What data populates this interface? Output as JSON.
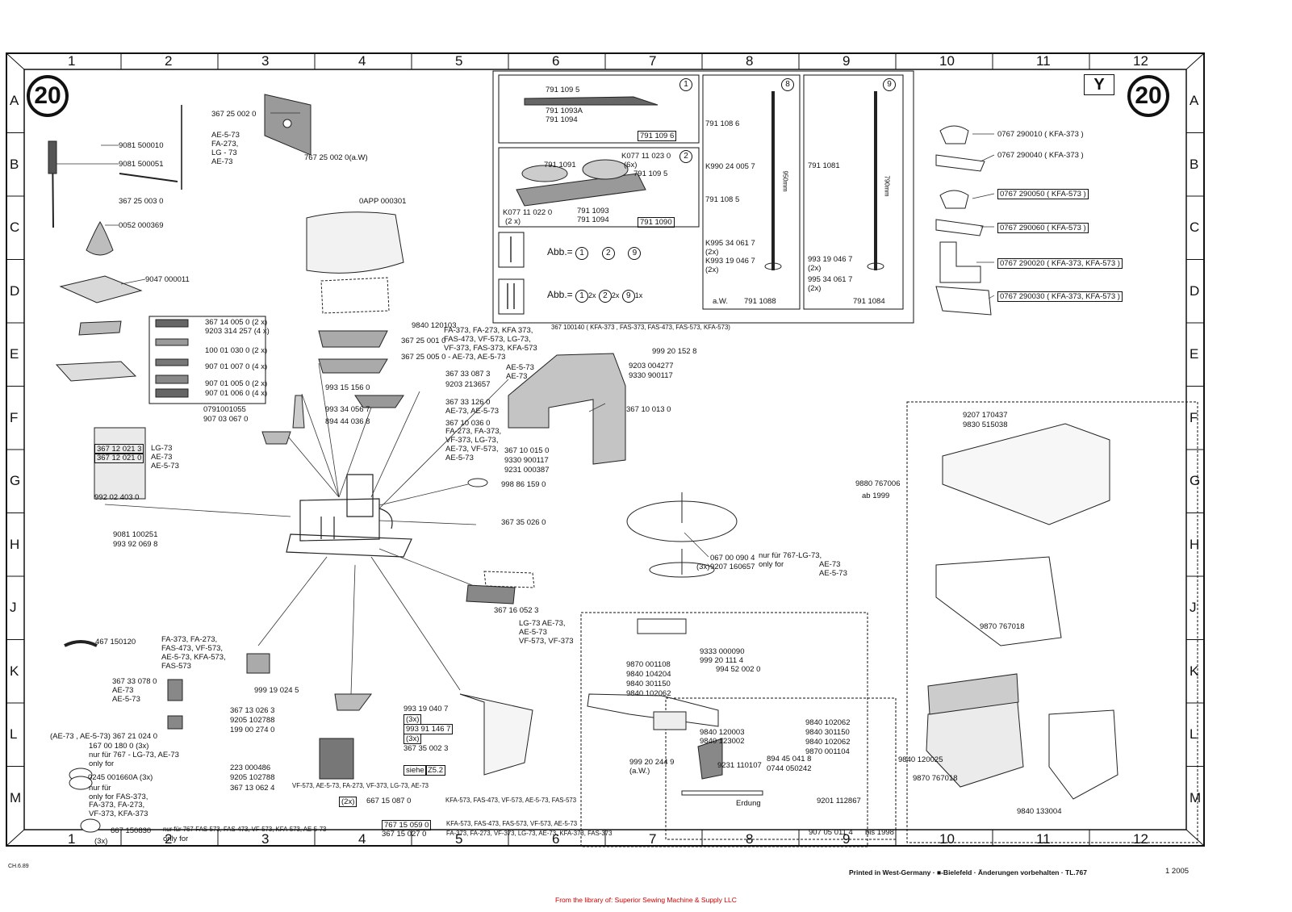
{
  "sheet": {
    "page_badge": "20",
    "corner_letter": "Y",
    "columns": [
      "1",
      "2",
      "3",
      "4",
      "5",
      "6",
      "7",
      "8",
      "9",
      "10",
      "11",
      "12"
    ],
    "rows": [
      "A",
      "B",
      "C",
      "D",
      "E",
      "F",
      "G",
      "H",
      "J",
      "K",
      "L",
      "M"
    ]
  },
  "footer": {
    "code": "CH.6.89",
    "printed": "Printed in West-Germany · ",
    "printed_tail": "-Bielefeld · Änderungen vorbehalten · TL.767",
    "date": "1  2005",
    "library": "From the library of: Superior Sewing Machine & Supply LLC"
  },
  "insets": {
    "i1": {
      "num": "1",
      "label": "791 109 6",
      "p1": "791 109 5",
      "p2": "791 1093A",
      "p3": "791 1094"
    },
    "i2": {
      "num": "2",
      "label": "791 1090",
      "p1": "791 1091",
      "p2": "K077 11 023 0",
      "p2b": "(6x)",
      "p3": "791 109 5",
      "p4": "791 1093",
      "p5": "791 1094",
      "p6": "K077 11 022 0",
      "p6b": "(2 x)"
    },
    "i8": {
      "num": "8",
      "label": "791 1088",
      "aw": "a.W.",
      "p1": "791 108 6",
      "p2": "K990 24 005 7",
      "p3": "791 108 5",
      "p4": "K995 34 061 7",
      "p4b": "(2x)",
      "p5": "K993 19 046 7",
      "p5b": "(2x)",
      "dim": "950mm"
    },
    "i9": {
      "num": "9",
      "label": "791 1084",
      "p1": "791 1081",
      "p2": "993 19 046 7",
      "p2b": "(2x)",
      "p3": "995 34 061 7",
      "p3b": "(2x)",
      "dim": "790mm"
    },
    "abb1": {
      "prefix": "Abb.=",
      "a": "1",
      "b": "2",
      "c": "9"
    },
    "abb2": {
      "prefix": "Abb.=",
      "a": "1",
      "as": "2x",
      "b": "2",
      "bs": "2x",
      "c": "9",
      "cs": "1x"
    }
  },
  "labels": [
    {
      "t": "367 25 002 0"
    },
    {
      "t": "AE-5-73"
    },
    {
      "t": "FA-273,"
    },
    {
      "t": "LG - 73"
    },
    {
      "t": "AE-73"
    },
    {
      "t": "767 25 002 0(a.W)"
    },
    {
      "t": "9081 500010"
    },
    {
      "t": "9081 500051"
    },
    {
      "t": "367 25 003 0"
    },
    {
      "t": "0052 000369"
    },
    {
      "t": "0APP 000301"
    },
    {
      "t": "9047 000011"
    },
    {
      "t": "367 14 005 0  (2 x)"
    },
    {
      "t": "9203 314 257  (4 x)"
    },
    {
      "t": "100 01 030 0  (2 x)"
    },
    {
      "t": "907 01 007 0  (4 x)"
    },
    {
      "t": "907 01 005 0  (2 x)"
    },
    {
      "t": "907 01 006 0  (4 x)"
    },
    {
      "t": "9840 120103"
    },
    {
      "t": "367 25 001 0"
    },
    {
      "t": "FA-373, FA-273, KFA 373,"
    },
    {
      "t": "FAS-473, VF-573, LG-73,"
    },
    {
      "t": "VF-373, FAS-373, KFA-573"
    },
    {
      "t": "367 25 005 0 - AE-73, AE-5-73"
    },
    {
      "t": "367 100140  ( KFA-373 , FAS-373, FAS-473, FAS-573, KFA-573)"
    },
    {
      "t": "999 20 152 8"
    },
    {
      "t": "9203 004277"
    },
    {
      "t": "9330 900117"
    },
    {
      "t": "367 33 087 3"
    },
    {
      "t": "AE-5-73"
    },
    {
      "t": "AE-73"
    },
    {
      "t": "9203 213657"
    },
    {
      "t": "993 15 156 0"
    },
    {
      "t": "367 33 126 0"
    },
    {
      "t": "AE-73, AE-5-73"
    },
    {
      "t": "993 34 056 7"
    },
    {
      "t": "894 44 036 8"
    },
    {
      "t": "0791001055"
    },
    {
      "t": "907 03 067 0"
    },
    {
      "t": "367 10 013 0"
    },
    {
      "t": "367 10 036 0"
    },
    {
      "t": "FA-273, FA-373,"
    },
    {
      "t": "VF-373, LG-73,"
    },
    {
      "t": "AE-73, VF-573,"
    },
    {
      "t": "AE-5-73"
    },
    {
      "t": "367 10 015 0"
    },
    {
      "t": "9330 900117"
    },
    {
      "t": "9231 000387"
    },
    {
      "t": "367 12 021 3"
    },
    {
      "t": "367 12 021 0"
    },
    {
      "t": "LG-73"
    },
    {
      "t": "AE-73"
    },
    {
      "t": "AE-5-73"
    },
    {
      "t": "992 02 403 0"
    },
    {
      "t": "998 86 159 0"
    },
    {
      "t": "367 35 026 0"
    },
    {
      "t": "9081 100251"
    },
    {
      "t": "993 92 069 8"
    },
    {
      "t": "367 16 052 3"
    },
    {
      "t": "LG-73 AE-73,"
    },
    {
      "t": "AE-5-73"
    },
    {
      "t": "VF-573, VF-373"
    },
    {
      "t": "067 00 090 4"
    },
    {
      "t": "nur für 767-LG-73,"
    },
    {
      "t": "only for"
    },
    {
      "t": "AE-73"
    },
    {
      "t": "AE-5-73"
    },
    {
      "t": "(3x)"
    },
    {
      "t": "9207 160657"
    },
    {
      "t": "9880 767006"
    },
    {
      "t": "ab 1999"
    },
    {
      "t": "9207 170437"
    },
    {
      "t": "9830 515038"
    },
    {
      "t": "9870 767018"
    },
    {
      "t": "467 150120"
    },
    {
      "t": "FA-373, FA-273,"
    },
    {
      "t": "FAS-473, VF-573,"
    },
    {
      "t": "AE-5-73, KFA-573,"
    },
    {
      "t": "FAS-573"
    },
    {
      "t": "367 33 078 0"
    },
    {
      "t": "AE-73"
    },
    {
      "t": "AE-5-73"
    },
    {
      "t": "999 19 024 5"
    },
    {
      "t": "(AE-73 , AE-5-73) 367 21 024 0"
    },
    {
      "t": "167 00 180 0 (3x)"
    },
    {
      "t": "nur für  767 - LG-73, AE-73"
    },
    {
      "t": "only for"
    },
    {
      "t": "0245 001660A (3x)"
    },
    {
      "t": "nur für"
    },
    {
      "t": "only for  FAS-373,"
    },
    {
      "t": "FA-373, FA-273,"
    },
    {
      "t": "VF-373, KFA-373"
    },
    {
      "t": "367 13 026 3"
    },
    {
      "t": "9205 102788"
    },
    {
      "t": "199 00 274 0"
    },
    {
      "t": "223 000486"
    },
    {
      "t": "9205 102788"
    },
    {
      "t": "367 13 062 4"
    },
    {
      "t": "VF-573, AE-5-73, FA-273, VF-373, LG-73, AE-73"
    },
    {
      "t": "993 19 040 7"
    },
    {
      "t": "(3x)"
    },
    {
      "t": "993 91 146 7"
    },
    {
      "t": "(3x)"
    },
    {
      "t": "367 35 002 3"
    },
    {
      "t": "siehe"
    },
    {
      "t": "Z5.2"
    },
    {
      "t": "(2x)"
    },
    {
      "t": "667 15 087 0"
    },
    {
      "t": "KFA-573, FAS-473, VF-573, AE-5-73, FAS-573"
    },
    {
      "t": "767 15 059 0"
    },
    {
      "t": "KFA-573, FAS-473, FAS-573, VF-573, AE-5-73"
    },
    {
      "t": "367 15 027 0"
    },
    {
      "t": "FA-373, FA-273, VF-373, LG-73, AE-73, KFA-373, FAS-373"
    },
    {
      "t": "667 150830"
    },
    {
      "t": "(3x)"
    },
    {
      "t": "nur für 767-FAS-573, FAS-473, VF-573, KFA-573, AE-5-73"
    },
    {
      "t": "only for"
    },
    {
      "t": "9333 000090"
    },
    {
      "t": "999 20 111 4"
    },
    {
      "t": "994 52 002 0"
    },
    {
      "t": "9870 001108"
    },
    {
      "t": "9840 104204"
    },
    {
      "t": "9840 301150"
    },
    {
      "t": "9840 102062"
    },
    {
      "t": "9840 102062"
    },
    {
      "t": "9840 301150"
    },
    {
      "t": "9840 102062"
    },
    {
      "t": "9870 001104"
    },
    {
      "t": "9840 120003"
    },
    {
      "t": "9840 123002"
    },
    {
      "t": "894 45 041 8"
    },
    {
      "t": "0744 050242"
    },
    {
      "t": "999 20 244 9"
    },
    {
      "t": "(a.W.)"
    },
    {
      "t": "9231 110107"
    },
    {
      "t": "9201 112867"
    },
    {
      "t": "Erdung"
    },
    {
      "t": "907 05 011 4"
    },
    {
      "t": "bis 1998"
    },
    {
      "t": "9840 120025"
    },
    {
      "t": "9870 767018"
    },
    {
      "t": "9840 133004"
    },
    {
      "t": "0767 290010  ( KFA-373 )"
    },
    {
      "t": "0767 290040  ( KFA-373 )"
    },
    {
      "t": "0767 290050  ( KFA-573 )"
    },
    {
      "t": "0767 290060  ( KFA-573 )"
    },
    {
      "t": "0767 290020  ( KFA-373, KFA-573 )"
    },
    {
      "t": "0767 290030  ( KFA-373, KFA-573 )"
    }
  ]
}
